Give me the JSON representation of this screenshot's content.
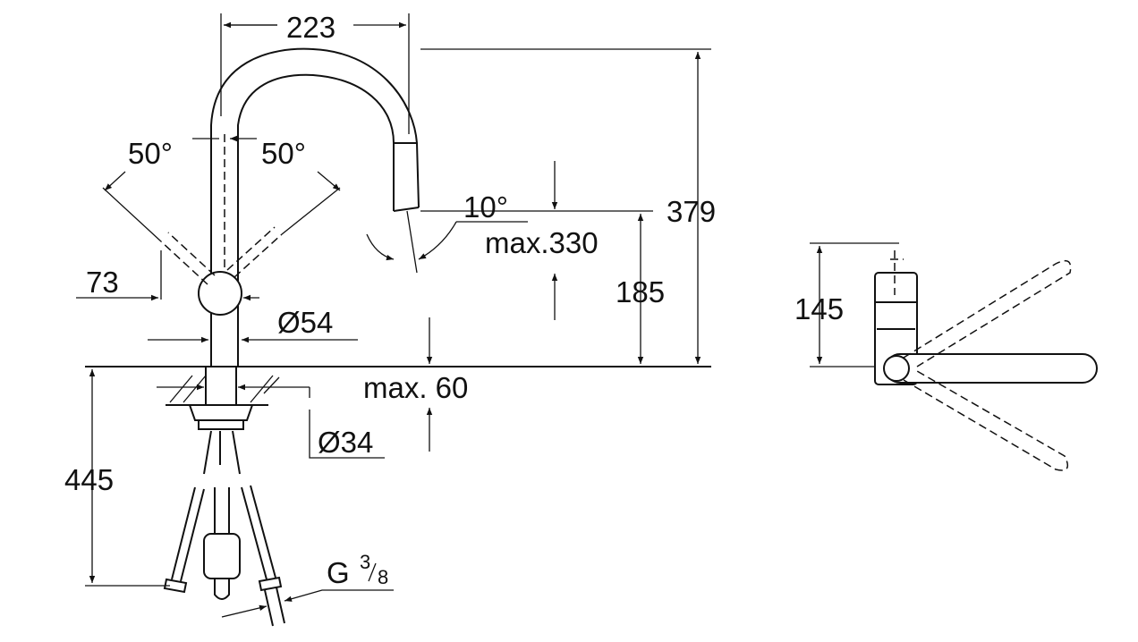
{
  "drawing": {
    "dimensions": {
      "width_reach": "223",
      "total_height": "379",
      "spout_height": "185",
      "swivel_left": "50°",
      "swivel_right": "50°",
      "head_angle": "10°",
      "pullout_length": "max.330",
      "handle_offset": "73",
      "body_diameter": "Ø54",
      "counter_thickness": "max. 60",
      "hole_diameter": "Ø34",
      "hose_length": "445",
      "connection_thread_prefix": "G",
      "connection_thread_num": "3",
      "connection_thread_den": "8",
      "side_height": "145"
    }
  }
}
